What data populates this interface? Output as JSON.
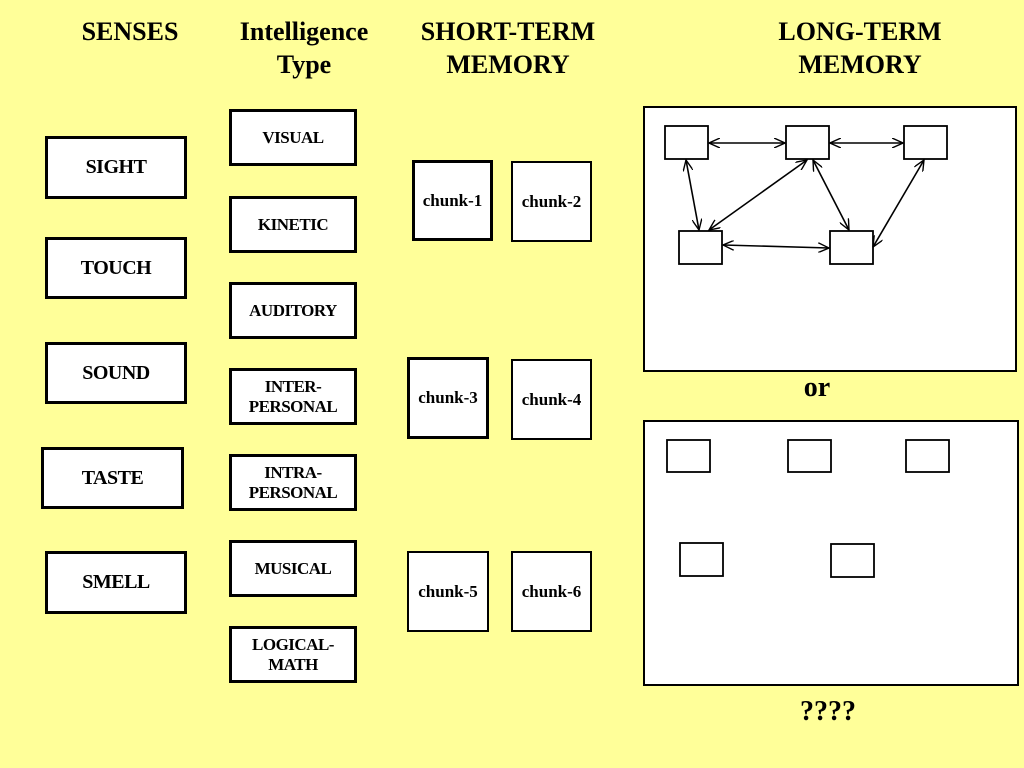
{
  "headers": {
    "senses": "SENSES",
    "intelligence_line1": "Intelligence",
    "intelligence_line2": "Type",
    "stm_line1": "SHORT-TERM",
    "stm_line2": "MEMORY",
    "ltm_line1": "LONG-TERM",
    "ltm_line2": "MEMORY"
  },
  "senses": [
    "SIGHT",
    "TOUCH",
    "SOUND",
    "TASTE",
    "SMELL"
  ],
  "intelligence": [
    [
      "VISUAL"
    ],
    [
      "KINETIC"
    ],
    [
      "AUDITORY"
    ],
    [
      "INTER-",
      "PERSONAL"
    ],
    [
      "INTRA-",
      "PERSONAL"
    ],
    [
      "MUSICAL"
    ],
    [
      "LOGICAL-",
      "MATH"
    ]
  ],
  "chunks": [
    "chunk-1",
    "chunk-2",
    "chunk-3",
    "chunk-4",
    "chunk-5",
    "chunk-6"
  ],
  "connector_text": "or",
  "question_text": "????",
  "colors": {
    "background": "#ffff99",
    "box_fill": "#ffffff",
    "stroke": "#000000"
  }
}
